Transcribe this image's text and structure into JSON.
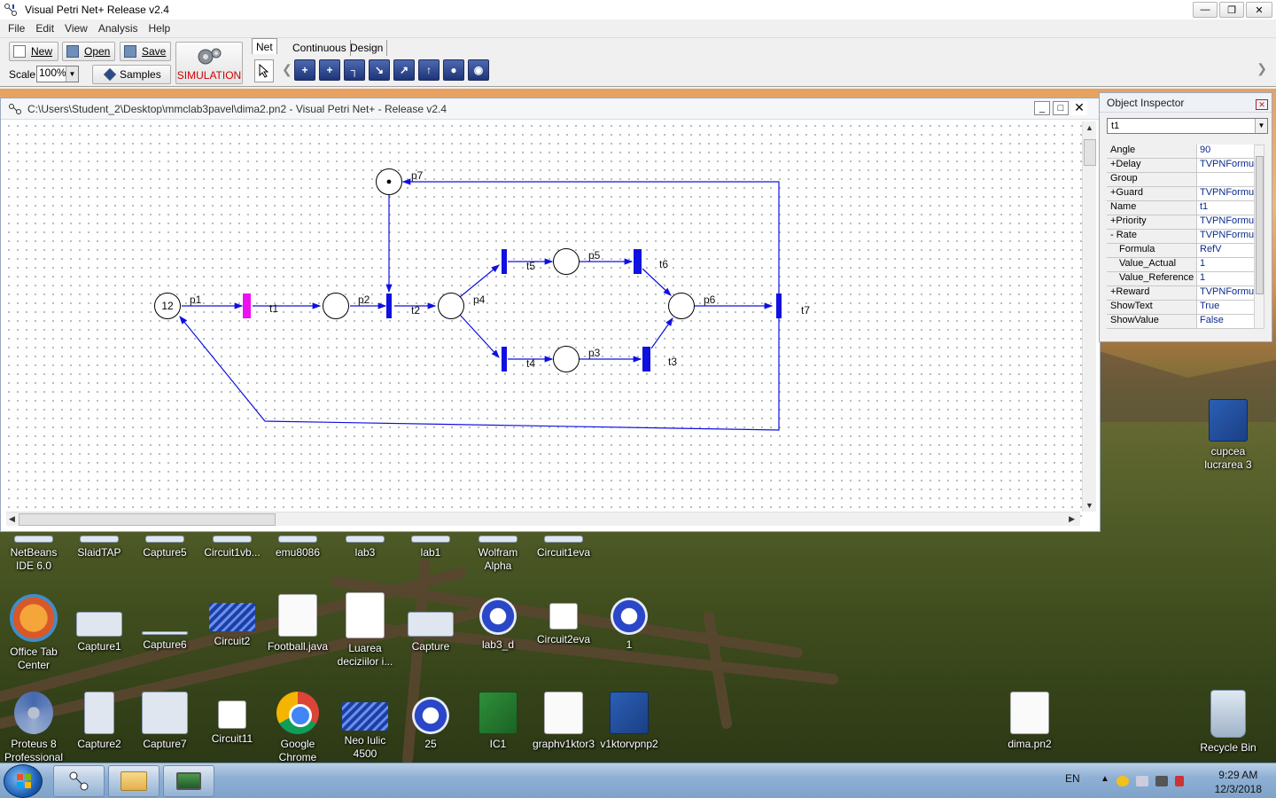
{
  "app": {
    "title": "Visual Petri Net+  Release v2.4",
    "menu": [
      "File",
      "Edit",
      "View",
      "Analysis",
      "Help"
    ],
    "toolbar": {
      "new_label": "New",
      "open_label": "Open",
      "save_label": "Save",
      "samples_label": "Samples",
      "scale_label": "Scale",
      "scale_value": "100%",
      "simulation_label": "SIMULATION"
    },
    "tabs": [
      "Net",
      "Continuous",
      "Design"
    ],
    "tools": [
      "+",
      "+",
      "┐",
      "↘",
      "↗",
      "↑",
      "●",
      "◉"
    ]
  },
  "document": {
    "title": "C:\\Users\\Student_2\\Desktop\\mmclab3pavel\\dima2.pn2 - Visual Petri Net+ -  Release v2.4",
    "places": [
      {
        "id": "p1",
        "label": "p1",
        "tokens": "12"
      },
      {
        "id": "p2",
        "label": "p2",
        "tokens": ""
      },
      {
        "id": "p3",
        "label": "p3",
        "tokens": ""
      },
      {
        "id": "p4",
        "label": "p4",
        "tokens": ""
      },
      {
        "id": "p5",
        "label": "p5",
        "tokens": ""
      },
      {
        "id": "p6",
        "label": "p6",
        "tokens": ""
      },
      {
        "id": "p7",
        "label": "p7",
        "tokens": "●"
      }
    ],
    "transitions": [
      {
        "id": "t1",
        "label": "t1",
        "enabled": true
      },
      {
        "id": "t2",
        "label": "t2",
        "enabled": false
      },
      {
        "id": "t3",
        "label": "t3",
        "enabled": false
      },
      {
        "id": "t4",
        "label": "t4",
        "enabled": false
      },
      {
        "id": "t5",
        "label": "t5",
        "enabled": false
      },
      {
        "id": "t6",
        "label": "t6",
        "enabled": false
      },
      {
        "id": "t7",
        "label": "t7",
        "enabled": false
      }
    ],
    "colors": {
      "arc": "#1010e0",
      "transition": "#1010e0",
      "enabled_transition": "#ee10ee"
    }
  },
  "inspector": {
    "title": "Object Inspector",
    "selected": "t1",
    "properties": [
      {
        "name": "Angle",
        "value": "90",
        "sub": false
      },
      {
        "name": "+Delay",
        "value": "TVPNFormu",
        "sub": false
      },
      {
        "name": "Group",
        "value": "",
        "sub": false
      },
      {
        "name": "+Guard",
        "value": "TVPNFormu",
        "sub": false
      },
      {
        "name": "Name",
        "value": "t1",
        "sub": false
      },
      {
        "name": "+Priority",
        "value": "TVPNFormu",
        "sub": false
      },
      {
        "name": "- Rate",
        "value": "TVPNFormu",
        "sub": false
      },
      {
        "name": "Formula",
        "value": "RefV",
        "sub": true
      },
      {
        "name": "Value_Actual",
        "value": "1",
        "sub": true
      },
      {
        "name": "Value_Reference",
        "value": "1",
        "sub": true
      },
      {
        "name": "+Reward",
        "value": "TVPNFormu",
        "sub": false
      },
      {
        "name": "ShowText",
        "value": "True",
        "sub": false
      },
      {
        "name": "ShowValue",
        "value": "False",
        "sub": false
      }
    ]
  },
  "desktop": {
    "icons": [
      {
        "label": "NetBeans IDE 6.0",
        "kind": "snap"
      },
      {
        "label": "SlaidTAP",
        "kind": "snap"
      },
      {
        "label": "Capture5",
        "kind": "snap"
      },
      {
        "label": "Circuit1vb...",
        "kind": "snap"
      },
      {
        "label": "emu8086",
        "kind": "snap"
      },
      {
        "label": "lab3",
        "kind": "snap"
      },
      {
        "label": "lab1",
        "kind": "snap"
      },
      {
        "label": "Wolfram Alpha",
        "kind": "snap"
      },
      {
        "label": "Circuit1eva",
        "kind": "snap"
      },
      {
        "label": "Office Tab Center",
        "kind": "office"
      },
      {
        "label": "Capture1",
        "kind": "snap"
      },
      {
        "label": "Capture6",
        "kind": "snap"
      },
      {
        "label": "Circuit2",
        "kind": "blue-ic"
      },
      {
        "label": "Football.java",
        "kind": "doc"
      },
      {
        "label": "Luarea deciziilor i...",
        "kind": "pdf"
      },
      {
        "label": "Capture",
        "kind": "snap"
      },
      {
        "label": "lab3_d",
        "kind": "prog"
      },
      {
        "label": "Circuit2eva",
        "kind": "circuit"
      },
      {
        "label": "1",
        "kind": "prog"
      },
      {
        "label": "Proteus 8 Professional",
        "kind": "atom"
      },
      {
        "label": "Capture2",
        "kind": "snap"
      },
      {
        "label": "Capture7",
        "kind": "snap"
      },
      {
        "label": "Circuit11",
        "kind": "circuit"
      },
      {
        "label": "Google Chrome",
        "kind": "chrome"
      },
      {
        "label": "Neo Iulic 4500",
        "kind": "blue-ic"
      },
      {
        "label": "25",
        "kind": "prog"
      },
      {
        "label": "IC1",
        "kind": "excel"
      },
      {
        "label": "graphv1ktor3",
        "kind": "doc"
      },
      {
        "label": "v1ktorvpnp2",
        "kind": "word"
      },
      {
        "label": "dima.pn2",
        "kind": "doc"
      },
      {
        "label": "Recycle Bin",
        "kind": "bin"
      },
      {
        "label": "cupcea lucrarea 3",
        "kind": "word"
      }
    ]
  },
  "taskbar": {
    "language": "EN",
    "time": "9:29 AM",
    "date": "12/3/2018"
  }
}
